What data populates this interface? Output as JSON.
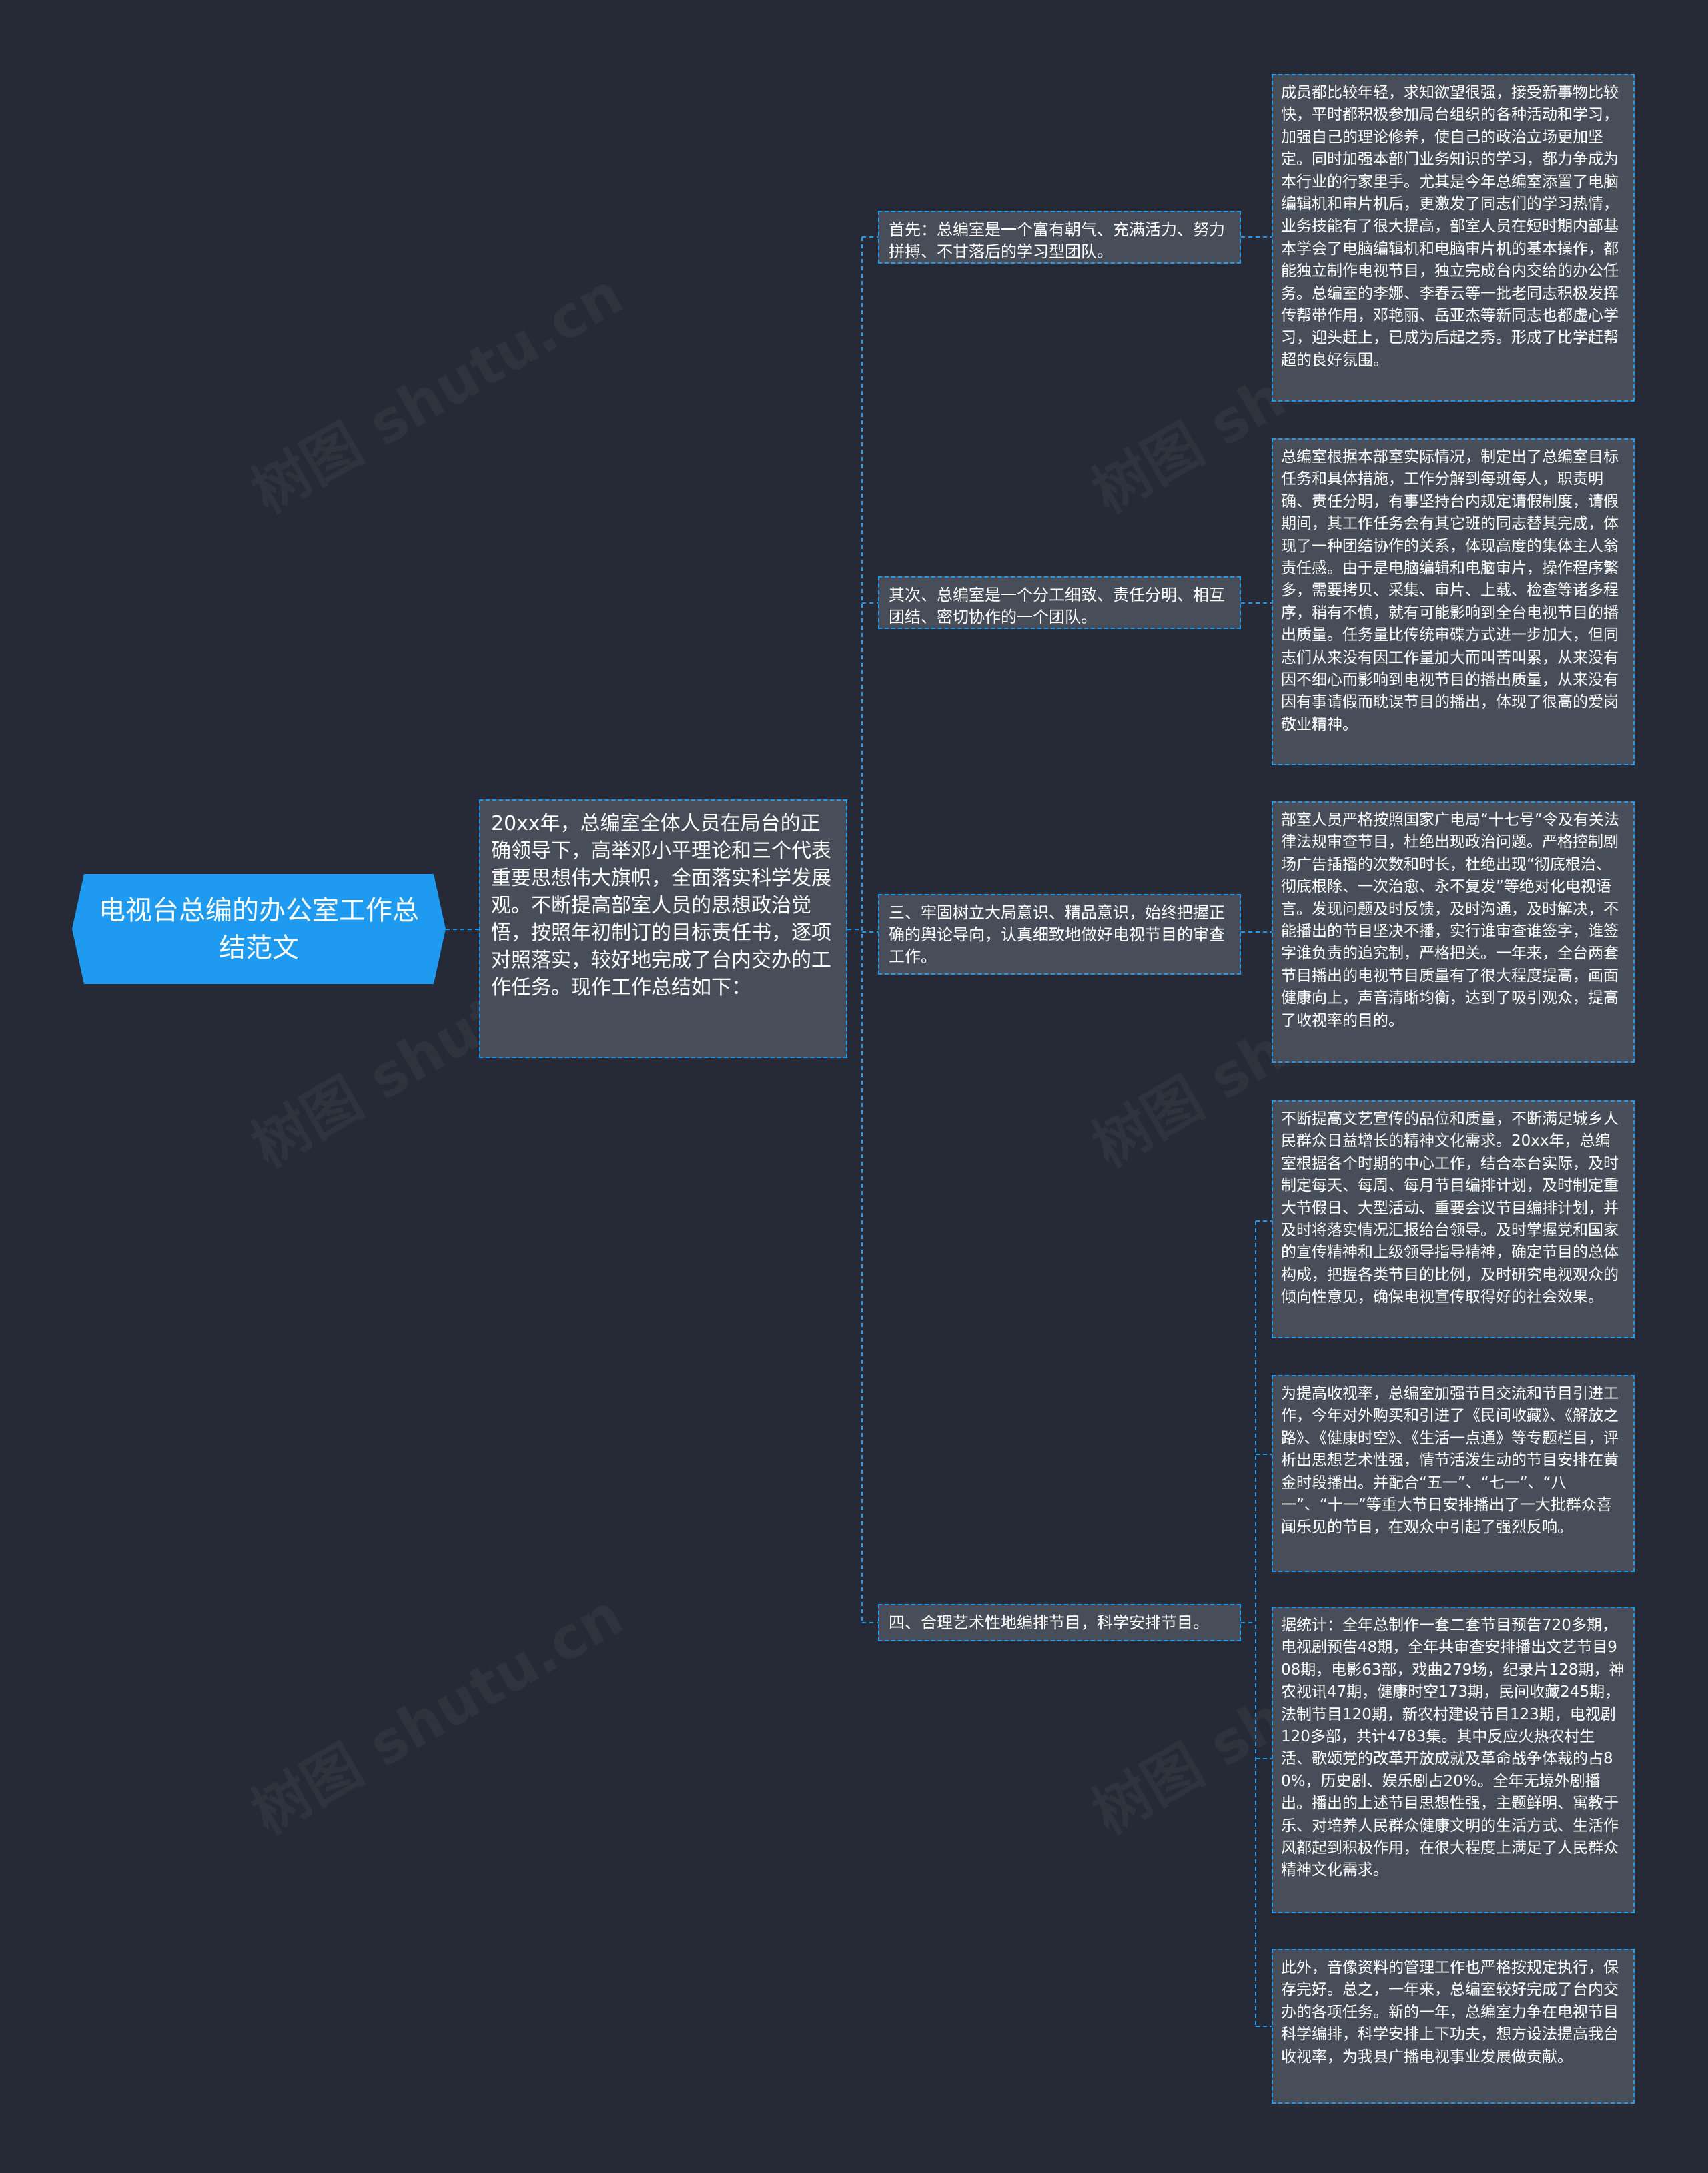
{
  "diagram": {
    "root": {
      "text": "电视台总编的办公室工作总结范文"
    },
    "intro": {
      "text": "20xx年，总编室全体人员在局台的正确领导下，高举邓小平理论和三个代表重要思想伟大旗帜，全面落实科学发展观。不断提高部室人员的思想政治觉悟，按照年初制订的目标责任书，逐项对照落实，较好地完成了台内交办的工作任务。现作工作总结如下："
    },
    "branches": [
      {
        "text": "首先：总编室是一个富有朝气、充满活力、努力拼搏、不甘落后的学习型团队。",
        "leaves": [
          "成员都比较年轻，求知欲望很强，接受新事物比较快，平时都积极参加局台组织的各种活动和学习，加强自己的理论修养，使自己的政治立场更加坚定。同时加强本部门业务知识的学习，都力争成为本行业的行家里手。尤其是今年总编室添置了电脑编辑机和审片机后，更激发了同志们的学习热情，业务技能有了很大提高，部室人员在短时期内部基本学会了电脑编辑机和电脑审片机的基本操作，都能独立制作电视节目，独立完成台内交给的办公任务。总编室的李娜、李春云等一批老同志积极发挥传帮带作用，邓艳丽、岳亚杰等新同志也都虚心学习，迎头赶上，已成为后起之秀。形成了比学赶帮超的良好氛围。"
        ]
      },
      {
        "text": "其次、总编室是一个分工细致、责任分明、相互团结、密切协作的一个团队。",
        "leaves": [
          "总编室根据本部室实际情况，制定出了总编室目标任务和具体措施，工作分解到每班每人，职责明确、责任分明，有事坚持台内规定请假制度，请假期间，其工作任务会有其它班的同志替其完成，体现了一种团结协作的关系，体现高度的集体主人翁责任感。由于是电脑编辑和电脑审片，操作程序繁多，需要拷贝、采集、审片、上载、检查等诸多程序，稍有不慎，就有可能影响到全台电视节目的播出质量。任务量比传统审碟方式进一步加大，但同志们从来没有因工作量加大而叫苦叫累，从来没有因不细心而影响到电视节目的播出质量，从来没有因有事请假而耽误节目的播出，体现了很高的爱岗敬业精神。"
        ]
      },
      {
        "text": "三、牢固树立大局意识、精品意识，始终把握正确的舆论导向，认真细致地做好电视节目的审查工作。",
        "leaves": [
          "部室人员严格按照国家广电局“十七号”令及有关法律法规审查节目，杜绝出现政治问题。严格控制剧场广告插播的次数和时长，杜绝出现“彻底根治、彻底根除、一次治愈、永不复发”等绝对化电视语言。发现问题及时反馈，及时沟通，及时解决，不能播出的节目坚决不播，实行谁审查谁签字，谁签字谁负责的追究制，严格把关。一年来，全台两套节目播出的电视节目质量有了很大程度提高，画面健康向上，声音清晰均衡，达到了吸引观众，提高了收视率的目的。"
        ]
      },
      {
        "text": "四、合理艺术性地编排节目，科学安排节目。",
        "leaves": [
          "不断提高文艺宣传的品位和质量，不断满足城乡人民群众日益增长的精神文化需求。20xx年，总编室根据各个时期的中心工作，结合本台实际，及时制定每天、每周、每月节目编排计划，及时制定重大节假日、大型活动、重要会议节目编排计划，并及时将落实情况汇报给台领导。及时掌握党和国家的宣传精神和上级领导指导精神，确定节目的总体构成，把握各类节目的比例，及时研究电视观众的倾向性意见，确保电视宣传取得好的社会效果。",
          "为提高收视率，总编室加强节目交流和节目引进工作，今年对外购买和引进了《民间收藏》、《解放之路》、《健康时空》、《生活一点通》等专题栏目，评析出思想艺术性强，情节活泼生动的节目安排在黄金时段播出。并配合“五一”、“七一”、“八一”、“十一”等重大节日安排播出了一大批群众喜闻乐见的节目，在观众中引起了强烈反响。",
          "据统计：全年总制作一套二套节目预告720多期，电视剧预告48期，全年共审查安排播出文艺节目908期，电影63部，戏曲279场，纪录片128期，神农视讯47期，健康时空173期，民间收藏245期，法制节目120期，新农村建设节目123期，电视剧120多部，共计4783集。其中反应火热农村生活、歌颂党的改革开放成就及革命战争体裁的占80%，历史剧、娱乐剧占20%。全年无境外剧播出。播出的上述节目思想性强，主题鲜明、寓教于乐、对培养人民群众健康文明的生活方式、生活作风都起到积极作用，在很大程度上满足了人民群众精神文化需求。",
          "此外，音像资料的管理工作也严格按规定执行，保存完好。总之，一年来，总编室较好完成了台内交办的各项任务。新的一年，总编室力争在电视节目科学编排，科学安排上下功夫，想方设法提高我台收视率，为我县广播电视事业发展做贡献。"
        ]
      }
    ],
    "watermark": "树图 shutu.cn"
  },
  "colors": {
    "background": "#252a36",
    "root_fill": "#1e9bf0",
    "node_fill": "#474d59",
    "connector": "#1e9bf0",
    "text": "#ffffff"
  }
}
